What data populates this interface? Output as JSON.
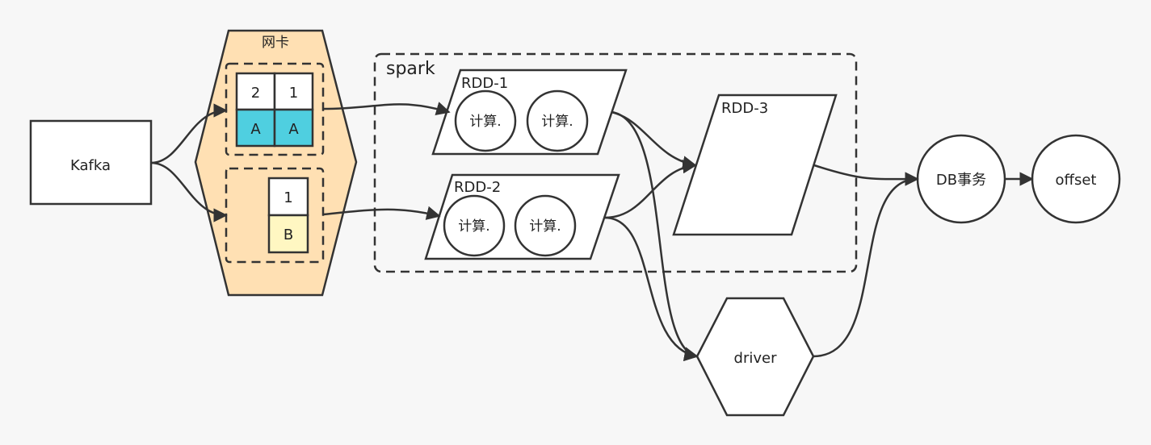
{
  "diagram": {
    "kafka": {
      "label": "Kafka"
    },
    "nic": {
      "label": "网卡",
      "group1": {
        "cells": [
          {
            "top": "2",
            "bottom": "A"
          },
          {
            "top": "1",
            "bottom": "A"
          }
        ]
      },
      "group2": {
        "cells": [
          {
            "top": "1",
            "bottom": "B"
          }
        ]
      }
    },
    "spark": {
      "label": "spark"
    },
    "rdd1": {
      "label": "RDD-1",
      "tasks": [
        "计算.",
        "计算."
      ]
    },
    "rdd2": {
      "label": "RDD-2",
      "tasks": [
        "计算.",
        "计算."
      ]
    },
    "rdd3": {
      "label": "RDD-3"
    },
    "driver": {
      "label": "driver"
    },
    "db": {
      "label": "DB事务"
    },
    "offset": {
      "label": "offset"
    },
    "colors": {
      "nic_fill": "#ffe0b3",
      "partition_a": "#4fcfe0",
      "partition_b": "#fff7c2",
      "stroke": "#333333",
      "background": "#f7f7f7"
    }
  }
}
